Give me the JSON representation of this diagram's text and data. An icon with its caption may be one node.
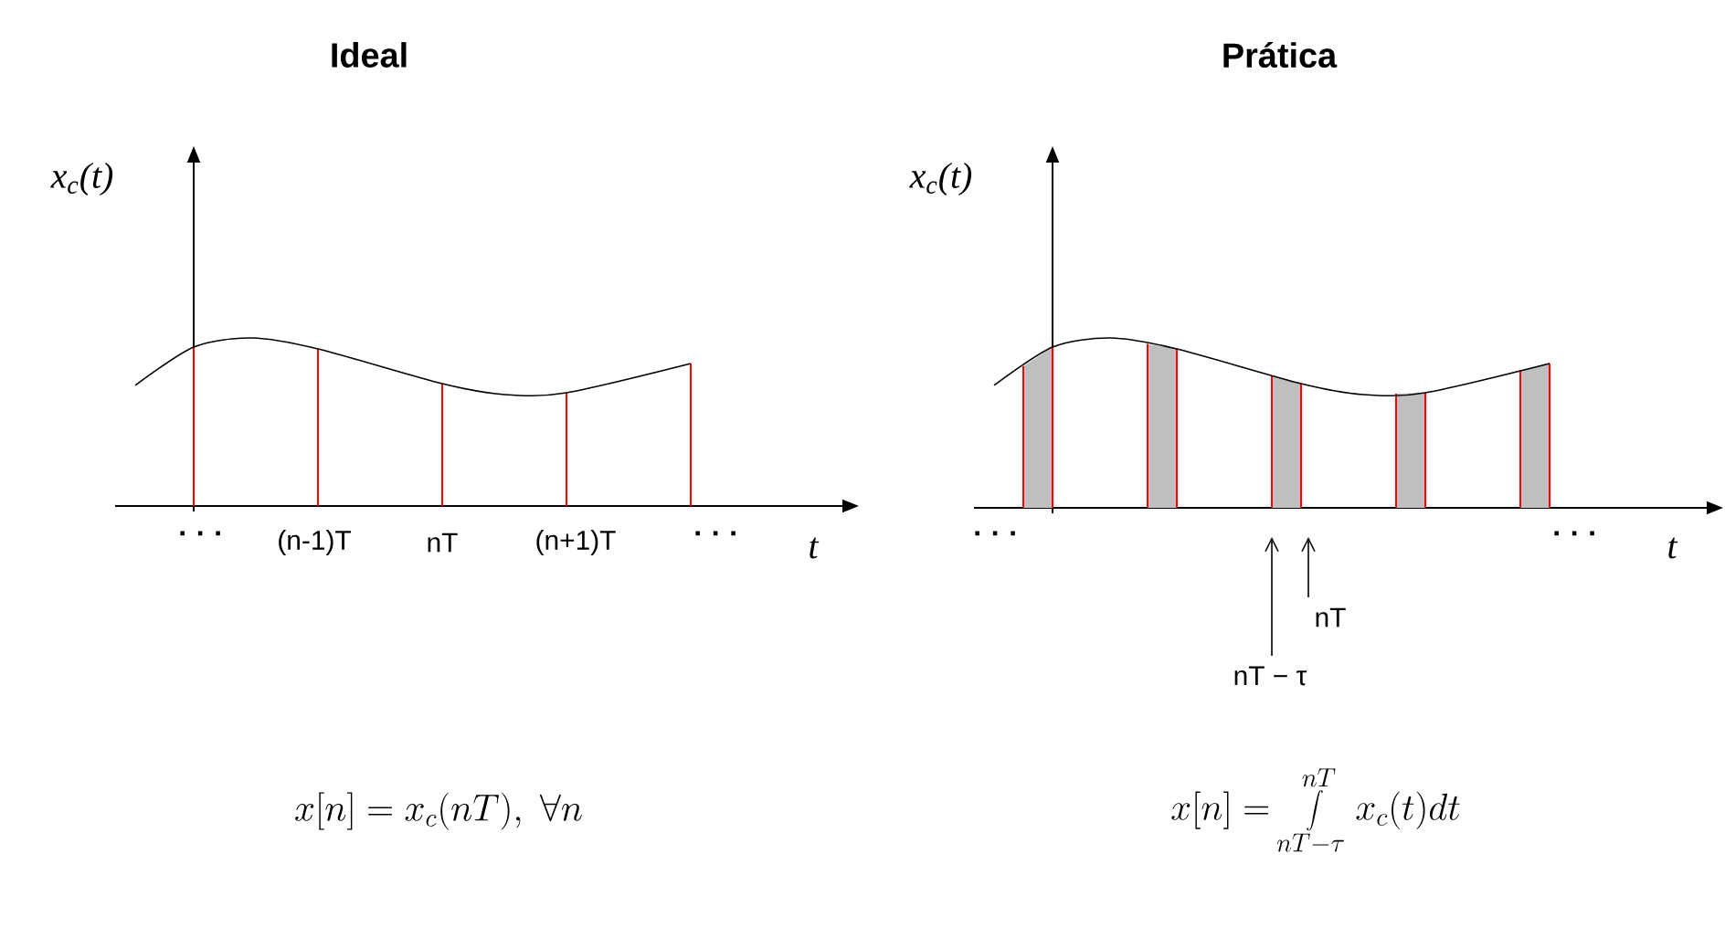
{
  "diagram": {
    "nodes": [
      {
        "text": [
          "nT"
        ]
      },
      {
        "text": [
          "nT − τ"
        ]
      }
    ],
    "edges": [
      {
        "from": 0,
        "to": null,
        "arrow": "to"
      },
      {
        "from": 1,
        "to": null,
        "arrow": "to"
      }
    ],
    "labels": [
      "Ideal",
      "Prática",
      "x$_{c}$(t)",
      "· · ·",
      "(n-1)T",
      "nT",
      "(n+1)T",
      "· · ·",
      "t",
      "x$_{c}$(t)",
      "· · ·",
      "· · ·",
      "t",
      "x[n] = x_{c}(nT),\\; \\forall n",
      "x[n] = \\int\\limits_{nT-\\tau}^{nT} x_{c}(t)dt"
    ]
  }
}
